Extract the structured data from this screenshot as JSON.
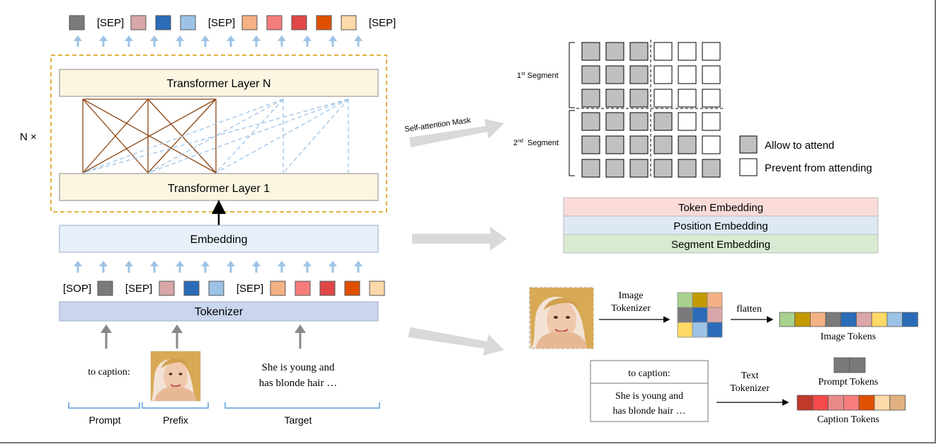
{
  "colors": {
    "gray": "#7a7a7a",
    "pink": "#d9a7a7",
    "blue": "#2b6cb8",
    "lightblue": "#9cc3e6",
    "orange": "#f4b183",
    "salmon": "#f77d7d",
    "red": "#e04848",
    "darkorange": "#e05000",
    "peach": "#fdd8a8",
    "green": "#a9d18e",
    "olive": "#c29a00",
    "yellow": "#ffd966",
    "arrow_blue": "#9dc3e6",
    "layer_fill": "#fcf5e1",
    "embed_fill": "#e8f0fa",
    "tokenizer_fill": "#c9d6ee",
    "dashed_border": "#d79b00",
    "brown": "#8b4513",
    "token_emb": "#fadbd8",
    "pos_emb": "#dde8f4",
    "seg_emb": "#d8ead2",
    "mask_gray": "#c0c0c0"
  },
  "left": {
    "repeat_label": "N ×",
    "layer_n": "Transformer Layer N",
    "layer_1": "Transformer Layer 1",
    "embedding": "Embedding",
    "tokenizer": "Tokenizer",
    "sep": "[SEP]",
    "sop": "[SOP]",
    "top_tokens": [
      "gray",
      "SEP",
      "pink",
      "blue",
      "lightblue",
      "SEP",
      "orange",
      "salmon",
      "red",
      "darkorange",
      "peach",
      "SEP"
    ],
    "bottom_tokens": [
      "SOP",
      "gray",
      "SEP",
      "pink",
      "blue",
      "lightblue",
      "SEP",
      "orange",
      "salmon",
      "red",
      "darkorange",
      "peach"
    ],
    "prompt_text": "to caption:",
    "target_text_line1": "She is young and",
    "target_text_line2": "has blonde hair …",
    "prompt_label": "Prompt",
    "prefix_label": "Prefix",
    "target_label": "Target"
  },
  "mask": {
    "arrow_label": "Self-attention Mask",
    "seg1_num": "1",
    "seg1_sup": "st",
    "seg1_word": " Segment",
    "seg2_num": "2",
    "seg2_sup": "nd",
    "seg2_word": "  Segment",
    "legend_attend": "Allow to attend",
    "legend_prevent": "Prevent from attending",
    "grid": [
      [
        1,
        1,
        1,
        0,
        0,
        0
      ],
      [
        1,
        1,
        1,
        0,
        0,
        0
      ],
      [
        1,
        1,
        1,
        0,
        0,
        0
      ],
      [
        1,
        1,
        1,
        1,
        0,
        0
      ],
      [
        1,
        1,
        1,
        1,
        1,
        0
      ],
      [
        1,
        1,
        1,
        1,
        1,
        1
      ]
    ]
  },
  "embeddings": {
    "token": "Token Embedding",
    "position": "Position Embedding",
    "segment": "Segment Embedding"
  },
  "right_bottom": {
    "image_tokenizer_line1": "Image",
    "image_tokenizer_line2": "Tokenizer",
    "flatten": "flatten",
    "image_tokens": "Image Tokens",
    "grid_colors": [
      [
        "green",
        "olive",
        "orange"
      ],
      [
        "gray",
        "blue",
        "pink"
      ],
      [
        "yellow",
        "lightblue",
        "blue"
      ]
    ],
    "flat_colors": [
      "green",
      "olive",
      "orange",
      "gray",
      "blue",
      "pink",
      "yellow",
      "lightblue",
      "blue"
    ],
    "prompt_box": "to caption:",
    "target_box_line1": "She is young and",
    "target_box_line2": "has blonde hair …",
    "text_tokenizer_line1": "Text",
    "text_tokenizer_line2": "Tokenizer",
    "prompt_tokens": "Prompt Tokens",
    "caption_tokens": "Caption Tokens",
    "prompt_token_colors": [
      "gray",
      "gray"
    ],
    "caption_token_colors": [
      "#c0392b",
      "#f44a4a",
      "#e88a8a",
      "#f77d7d",
      "#e05000",
      "#fdd8a8",
      "#e0b080"
    ]
  }
}
